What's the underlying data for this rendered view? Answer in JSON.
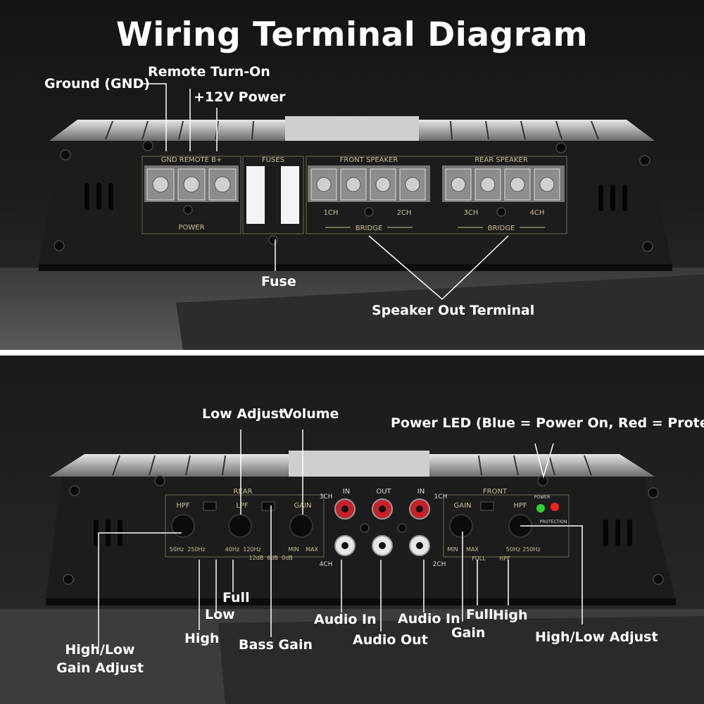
{
  "title": "Wiring Terminal Diagram",
  "top_callouts": {
    "ground": "Ground (GND)",
    "remote": "Remote Turn-On",
    "power12v": "+12V Power",
    "fuse": "Fuse",
    "speaker_out": "Speaker Out Terminal"
  },
  "top_panel": {
    "power_terminals": "GND  REMOTE  B+",
    "power_label": "POWER",
    "fuses_label": "FUSES",
    "front_speaker": "FRONT SPEAKER",
    "rear_speaker": "REAR SPEAKER",
    "ch1": "1CH",
    "ch2": "2CH",
    "ch3": "3CH",
    "ch4": "4CH",
    "bridge": "BRIDGE"
  },
  "bottom_callouts": {
    "low_adjust": "Low Adjust",
    "volume": "Volume",
    "power_led": "Power LED (Blue = Power On, Red = Protect)",
    "high_low_gain_adjust": "High/Low Gain Adjust",
    "high_left": "High",
    "low": "Low",
    "full_left": "Full",
    "bass_gain": "Bass Gain",
    "audio_in_left": "Audio In",
    "audio_out": "Audio Out",
    "audio_in_right": "Audio In",
    "gain": "Gain",
    "full_right": "Full",
    "high_right": "High",
    "high_low_adjust": "High/Low Adjust"
  },
  "bottom_panel": {
    "rear": "REAR",
    "front": "FRONT",
    "hpf": "HPF",
    "lpf": "LPF",
    "gain": "GAIN",
    "in": "IN",
    "out": "OUT",
    "ch1": "1CH",
    "ch2": "2CH",
    "ch3": "3CH",
    "ch4": "4CH",
    "hz50": "50Hz",
    "hz250": "250Hz",
    "hz40": "40Hz",
    "hz120": "120Hz",
    "db12": "12dB",
    "db6": "6dB",
    "db0": "0dB",
    "min": "MIN",
    "max": "MAX",
    "full": "FULL",
    "power": "POWER",
    "protection": "PROTECTION"
  },
  "colors": {
    "label_text": "#ffffff",
    "silkscreen": "#c9bf95",
    "rca_red": "#c8202a",
    "rca_white": "#e8e8e8",
    "led_green": "#33cc33",
    "led_red": "#ee2222"
  }
}
